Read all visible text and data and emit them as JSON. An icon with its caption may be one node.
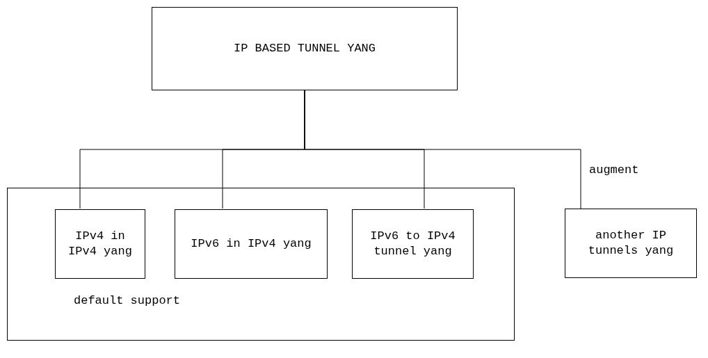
{
  "diagram": {
    "nodes": [
      {
        "text": [
          "IP BASED TUNNEL YANG"
        ]
      },
      {
        "text": [
          "default support"
        ]
      },
      {
        "text": [
          "IPv4 in IPv4 yang"
        ],
        "in": 1
      },
      {
        "text": [
          "IPv6 in IPv4 yang"
        ],
        "in": 1
      },
      {
        "text": [
          "IPv6 to IPv4 tunnel yang"
        ],
        "in": 1
      },
      {
        "text": [
          "another IP tunnels yang"
        ]
      }
    ],
    "edges": [
      {
        "from": 0,
        "to": 2,
        "arrow": "none"
      },
      {
        "from": 0,
        "to": 3,
        "arrow": "none"
      },
      {
        "from": 0,
        "to": 4,
        "arrow": "none"
      },
      {
        "from": 0,
        "to": 5,
        "arrow": "none",
        "label": "augment"
      }
    ]
  }
}
